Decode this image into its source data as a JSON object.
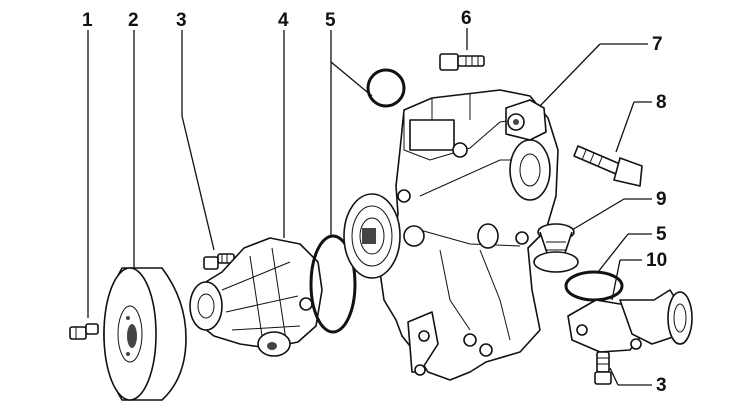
{
  "callouts": {
    "c1": "1",
    "c2": "2",
    "c3a": "3",
    "c4": "4",
    "c5a": "5",
    "c6": "6",
    "c7": "7",
    "c8": "8",
    "c9": "9",
    "c5b": "5",
    "c10": "10",
    "c3b": "3"
  },
  "colors": {
    "ink": "#111111",
    "background": "#ffffff"
  }
}
